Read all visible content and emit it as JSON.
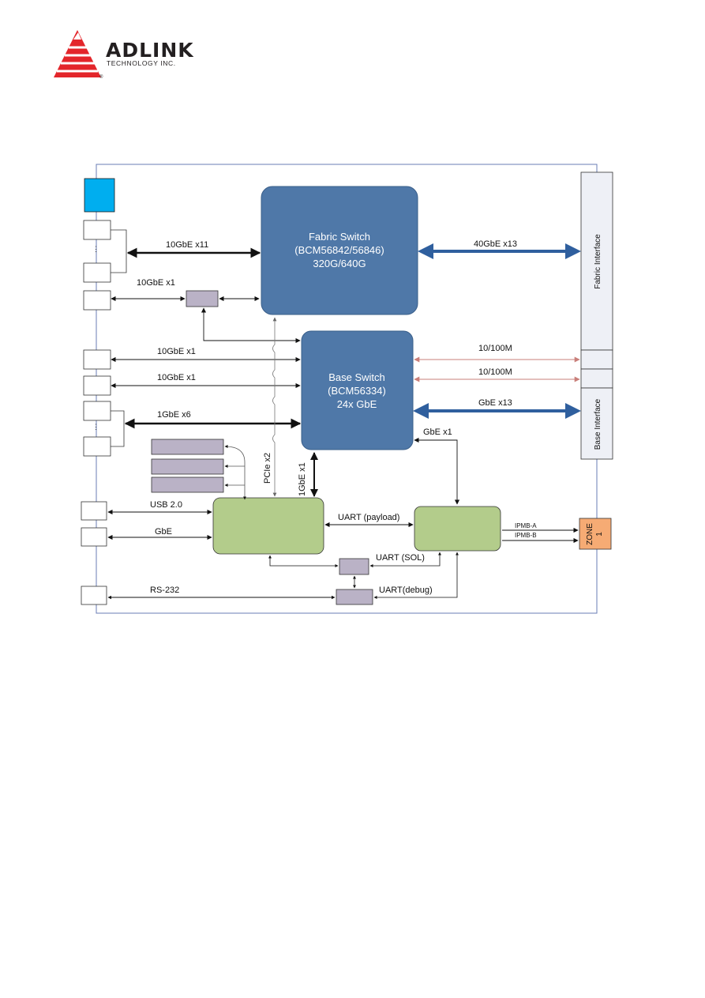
{
  "header": {
    "brand_name": "ADLINK",
    "brand_subtitle": "TECHNOLOGY INC.",
    "registered_mark": "®",
    "colors": {
      "logo_red": "#e3262b",
      "text": "#231f20"
    }
  },
  "diagram": {
    "blocks": {
      "fabric_switch": [
        "Fabric Switch",
        "(BCM56842/56846)",
        "320G/640G"
      ],
      "base_switch": [
        "Base Switch",
        "(BCM56334)",
        "24x GbE"
      ]
    },
    "interfaces": {
      "fabric": "Fabric Interface",
      "base": "Base Interface",
      "zone": [
        "ZONE",
        "1"
      ]
    },
    "links": {
      "fabric_10gbe_x11": "10GbE x11",
      "fabric_10gbe_x1": "10GbE x1",
      "fabric_40gbe_x13": "40GbE x13",
      "base_10gbe_x1_a": "10GbE x1",
      "base_10gbe_x1_b": "10GbE x1",
      "base_1gbe_x6": "1GbE x6",
      "base_10_100m_a": "10/100M",
      "base_10_100m_b": "10/100M",
      "base_gbe_x13": "GbE x13",
      "base_gbe_x1": "GbE x1",
      "pcie_x2": "PCIe x2",
      "cpu_1gbe_x1": "1GbE x1",
      "usb": "USB 2.0",
      "gbe": "GbE",
      "uart_payload": "UART (payload)",
      "uart_sol": "UART (SOL)",
      "uart_debug": "UART(debug)",
      "rs232": "RS-232",
      "ipmb_a": "IPMB-A",
      "ipmb_b": "IPMB-B"
    },
    "ellipsis": "⋮",
    "colors": {
      "switch_fill": "#4f78a8",
      "green_fill": "#b3cc8b",
      "purple_fill": "#bab2c6",
      "cyan_fill": "#00aeef",
      "zone_fill": "#f6ab74",
      "interface_fill": "#eef0f6",
      "blue_arrow": "#2f5f9e",
      "red_arrow": "#c97f7a",
      "frame": "#6a7cb5"
    }
  }
}
